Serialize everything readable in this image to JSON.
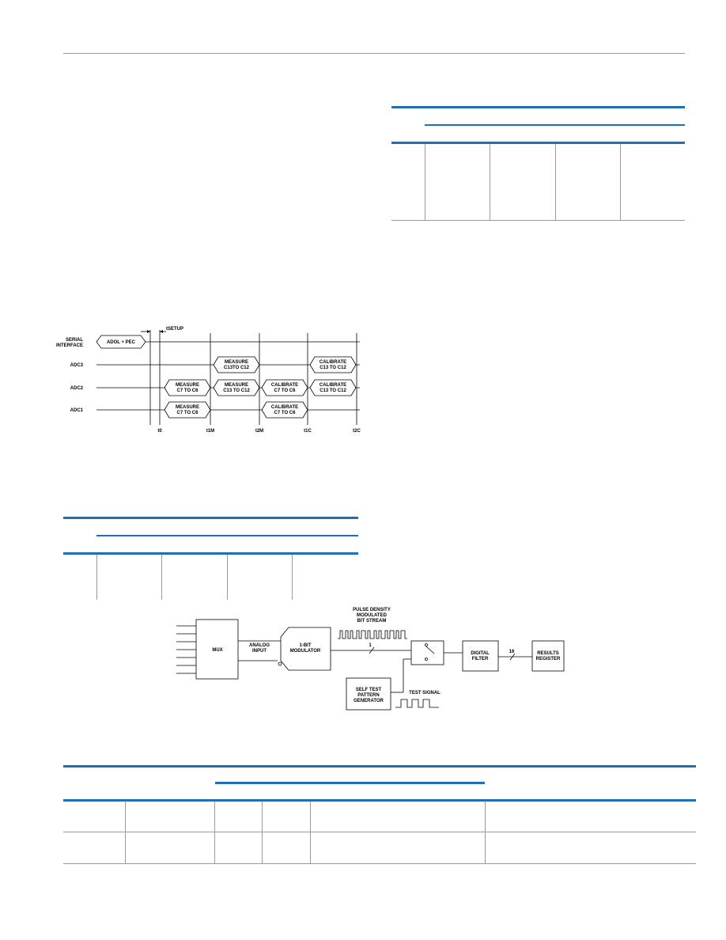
{
  "timing": {
    "signals": [
      "SERIAL INTERFACE",
      "ADC3",
      "ADC2",
      "ADC1"
    ],
    "serial_box": "ADOL + PEC",
    "t_setup": "tSETUP",
    "adc3_boxes": [
      "MEASURE C13TO C12",
      "CALIBRATE C13 TO C12"
    ],
    "adc2_boxes": [
      "MEASURE C7 TO C6",
      "MEASURE C13 TO C12",
      "CALIBRATE C7 TO C6",
      "CALIBRATE C13 TO C12"
    ],
    "adc1_boxes": [
      "MEASURE C7 TO C6",
      "CALIBRATE C7 TO C6"
    ],
    "ticks": [
      "t0",
      "t1M",
      "t2M",
      "t1C",
      "t2C"
    ]
  },
  "block": {
    "pulse_label": "PULSE DENSITY MODULATED BIT STREAM",
    "mux": "MUX",
    "analog_input": "ANALOG INPUT",
    "modulator": "1-BIT MODULATOR",
    "bus1": "1",
    "digital_filter": "DIGITAL FILTER",
    "bus16": "16",
    "results_register": "RESULTS REGISTER",
    "self_test": "SELF TEST PATTERN GENERATOR",
    "test_signal": "TEST SIGNAL"
  }
}
